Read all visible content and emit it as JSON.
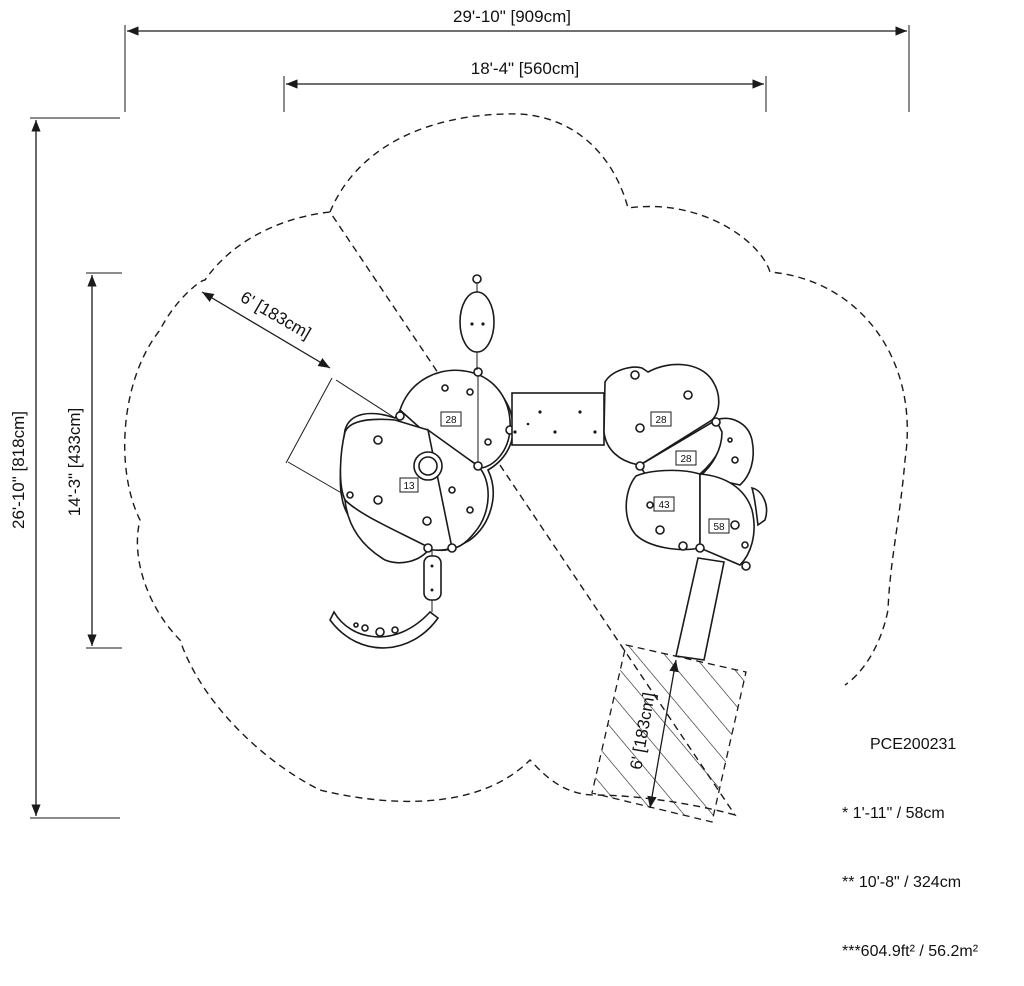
{
  "dimensions": {
    "overall_width": "29'-10\" [909cm]",
    "inner_width": "18'-4\" [560cm]",
    "overall_depth": "26'-10\" [818cm]",
    "structure_depth": "14'-3\" [433cm]",
    "clearance_left": "6' [183cm]",
    "clearance_slide": "6' [183cm]"
  },
  "component_tags": {
    "deck_left": "28",
    "entry_left": "13",
    "deck_right_top": "28",
    "deck_right_mid": "28",
    "deck_right_low": "43",
    "deck_right_corner": "58"
  },
  "notes": {
    "model": "PCE200231",
    "line1": "* 1'-11\" / 58cm",
    "line2": "** 10'-8\" / 324cm",
    "line3": "***604.9ft² / 56.2m²"
  }
}
